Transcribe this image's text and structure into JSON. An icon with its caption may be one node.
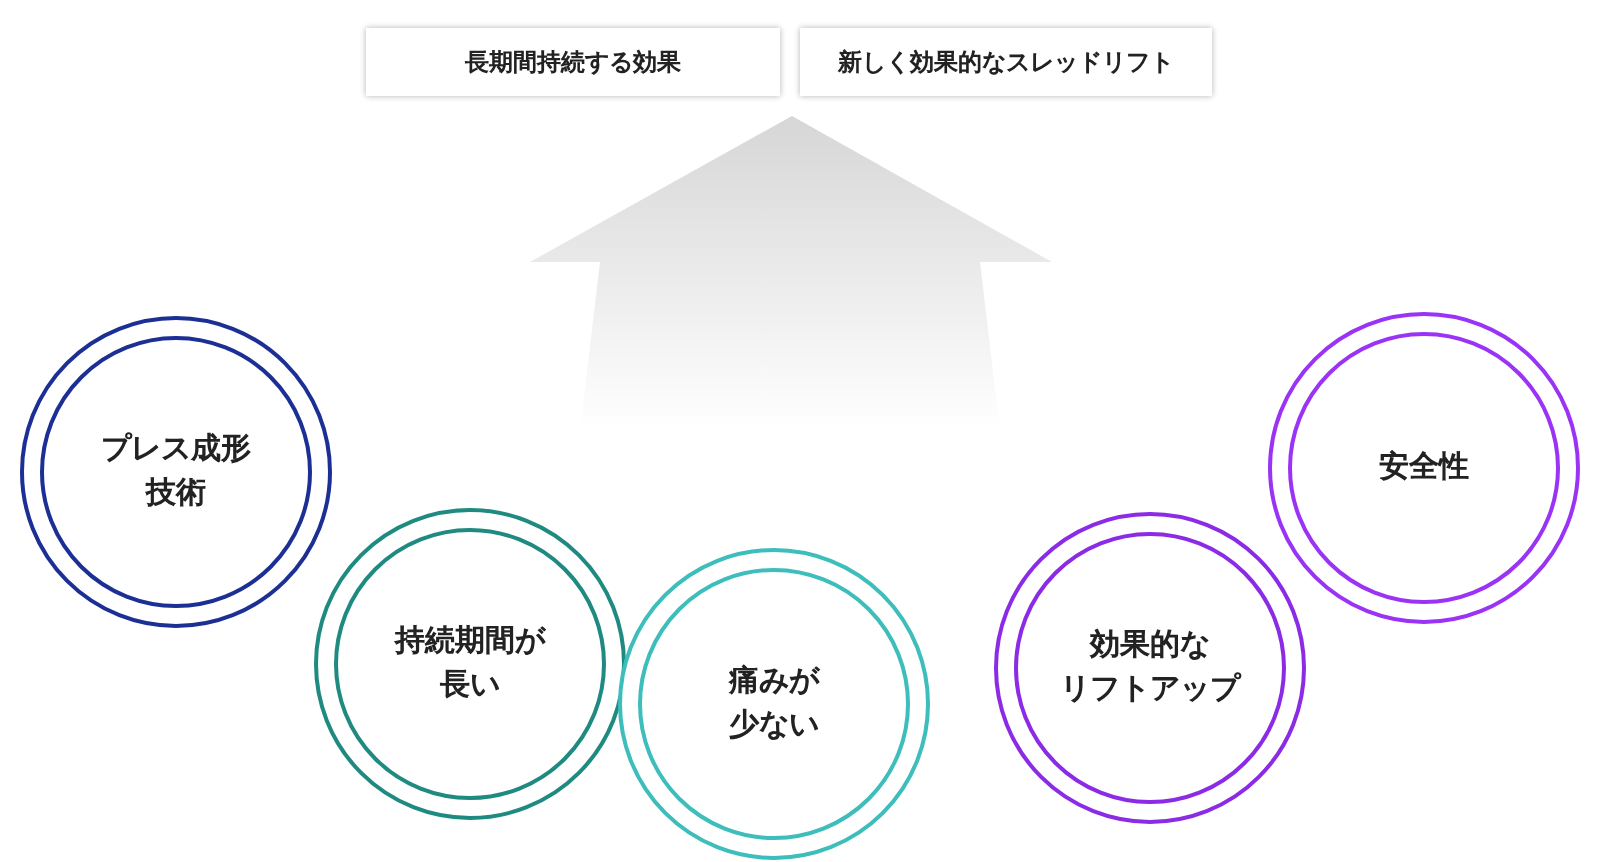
{
  "diagram": {
    "nodes": [
      {
        "text": [
          "長期間持続する効果"
        ]
      },
      {
        "text": [
          "新しく効果的なスレッドリフト"
        ]
      },
      {
        "text": [
          "プレス成形技術"
        ]
      },
      {
        "text": [
          "持続期間が長い"
        ]
      },
      {
        "text": [
          "痛みが少ない"
        ]
      },
      {
        "text": [
          "効果的なリフトアップ"
        ]
      },
      {
        "text": [
          "安全性"
        ]
      }
    ]
  }
}
